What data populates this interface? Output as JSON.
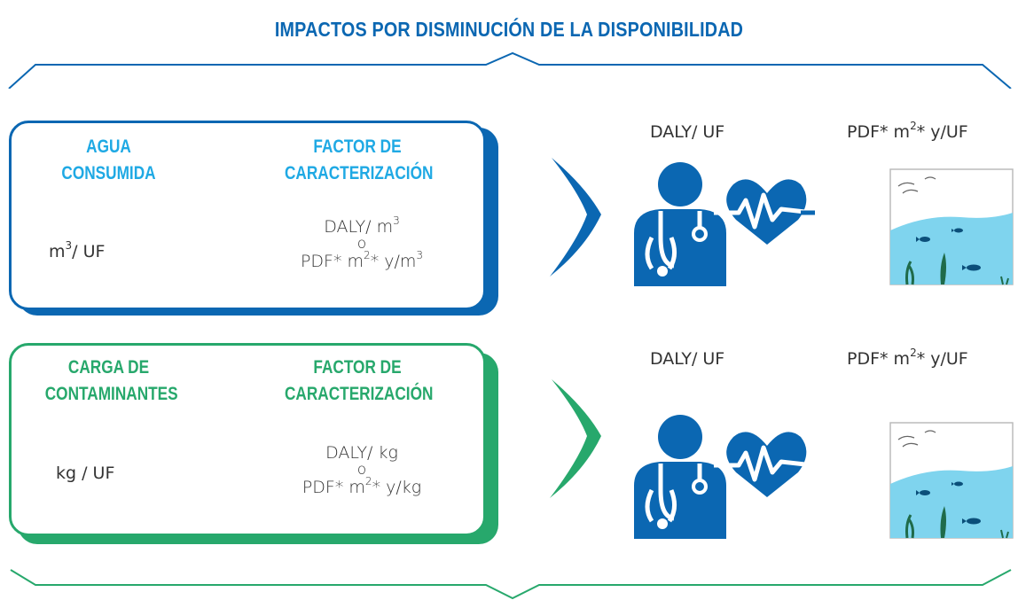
{
  "title": "IMPACTOS POR DISMINUCIÓN DE LA DISPONIBILIDAD",
  "colors": {
    "blue": "#0b67b2",
    "cyan": "#1fa9e4",
    "green": "#27a86c",
    "sea": "#7fd4ee"
  },
  "card_blue": {
    "left_head_1": "AGUA",
    "left_head_2": "CONSUMIDA",
    "right_head_1": "FACTOR DE",
    "right_head_2": "CARACTERIZACIÓN",
    "left_value_a": "m",
    "left_value_sup": "3",
    "left_value_b": "/ UF",
    "cf_line1_a": "DALY/ m",
    "cf_line1_sup": "3",
    "cf_or": "o",
    "cf_line3_a": "PDF* m",
    "cf_line3_sup": "2",
    "cf_line3_b": "* y/m",
    "cf_line3_sup2": "3"
  },
  "card_green": {
    "left_head_1": "CARGA DE",
    "left_head_2": "CONTAMINANTES",
    "right_head_1": "FACTOR DE",
    "right_head_2": "CARACTERIZACIÓN",
    "left_value": "kg / UF",
    "cf_line1": "DALY/ kg",
    "cf_or": "o",
    "cf_line3_a": "PDF* m",
    "cf_line3_sup": "2",
    "cf_line3_b": "* y/kg"
  },
  "row1": {
    "health_unit": "DALY/ UF",
    "eco_unit_a": "PDF* m",
    "eco_unit_sup": "2",
    "eco_unit_b": "* y/UF"
  },
  "row2": {
    "health_unit": "DALY/ UF",
    "eco_unit_a": "PDF* m",
    "eco_unit_sup": "2",
    "eco_unit_b": "* y/UF"
  },
  "icons": {
    "arrow": "chevron-right-icon",
    "health": "doctor-heart-icon",
    "ecosystem": "sea-ecosystem-icon"
  }
}
